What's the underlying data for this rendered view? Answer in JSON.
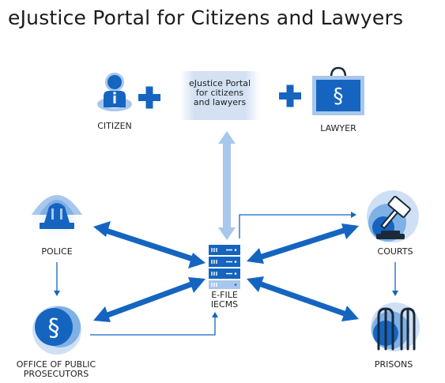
{
  "title": "eJustice Portal for Citizens and Lawyers",
  "portal": {
    "line1": "eJustice Portal",
    "line2": "for citizens",
    "line3": "and lawyers"
  },
  "nodes": {
    "citizen": "CITIZEN",
    "lawyer": "LAWYER",
    "police": "POLICE",
    "courts": "COURTS",
    "efile_line1": "E-FILE",
    "efile_line2": "IECMS",
    "prosecutors_line1": "OFFICE OF PUBLIC",
    "prosecutors_line2": "PROSECUTORS",
    "prisons": "PRISONS"
  },
  "colors": {
    "primary": "#1565c0",
    "light": "#a8c7ec",
    "pale": "#d3e1f3",
    "dark": "#1a2a3a"
  },
  "icons": {
    "citizen": "person-info-icon",
    "lawyer": "briefcase-paragraph-icon",
    "police": "siren-icon",
    "courts": "gavel-icon",
    "efile": "server-rack-icon",
    "prosecutors": "paragraph-circle-icon",
    "prisons": "prison-bars-icon"
  }
}
